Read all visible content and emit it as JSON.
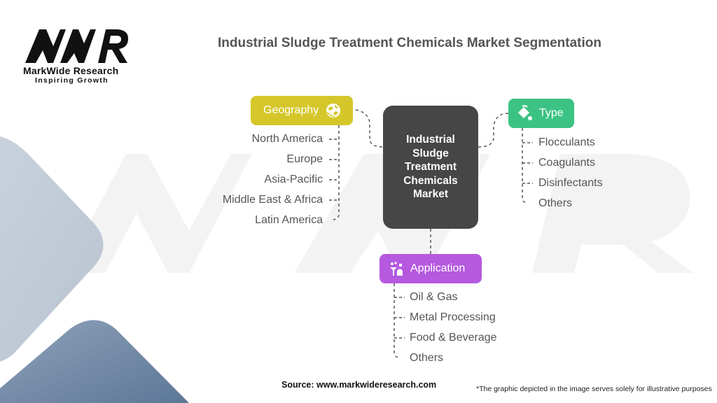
{
  "logo": {
    "mark": "MWR",
    "name": "MarkWide Research",
    "tagline": "Inspiring Growth"
  },
  "title": "Industrial Sludge Treatment Chemicals Market Segmentation",
  "center": {
    "label": "Industrial Sludge Treatment Chemicals Market"
  },
  "segments": {
    "geography": {
      "label": "Geography",
      "icon": "globe-icon",
      "color": "#d5c72a",
      "items": [
        "North America",
        "Europe",
        "Asia-Pacific",
        "Middle East & Africa",
        "Latin America"
      ]
    },
    "type": {
      "label": "Type",
      "icon": "paint-bucket-icon",
      "color": "#3cc383",
      "items": [
        "Flocculants",
        "Coagulants",
        "Disinfectants",
        "Others"
      ]
    },
    "application": {
      "label": "Application",
      "icon": "industry-application-icon",
      "color": "#b559df",
      "items": [
        "Oil & Gas",
        "Metal Processing",
        "Food & Beverage",
        "Others"
      ]
    }
  },
  "footer": {
    "source": "Source: www.markwideresearch.com",
    "disclaimer": "*The graphic depicted in the image serves solely for illustrative purposes"
  },
  "colors": {
    "center_box": "#464646",
    "title_text": "#555555",
    "item_text": "#555555",
    "bg_shape_light": "#c0cad6",
    "bg_shape_dark": "#6b84a3"
  }
}
